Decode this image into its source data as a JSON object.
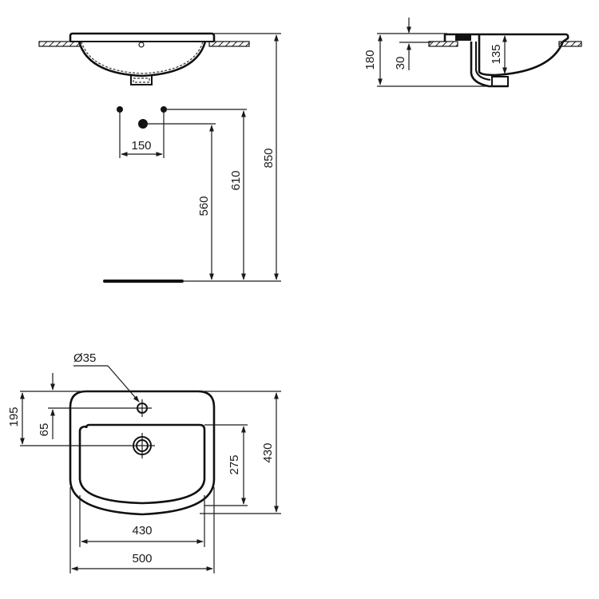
{
  "drawing": {
    "title": "Washbasin technical dimension drawing",
    "line_color": "#1a1a1a",
    "background": "#ffffff"
  },
  "front_view": {
    "dims": {
      "tap_spacing": "150",
      "waste_height": "560",
      "supply_height": "610",
      "basin_top_height": "850"
    }
  },
  "side_view": {
    "dims": {
      "total_depth": "180",
      "rim_thickness": "30",
      "bowl_depth": "135"
    }
  },
  "plan_view": {
    "dims": {
      "tap_hole_diameter": "Ø35",
      "waste_from_back": "195",
      "tap_hole_from_back": "65",
      "bowl_depth": "275",
      "overall_depth": "430",
      "bowl_width": "430",
      "overall_width": "500"
    }
  }
}
